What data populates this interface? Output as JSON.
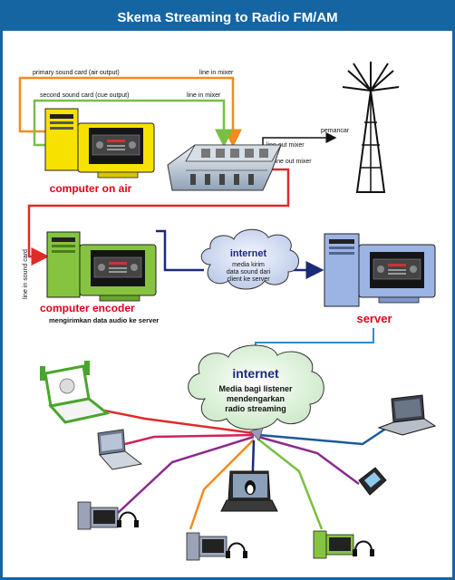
{
  "title": "Skema Streaming to Radio FM/AM",
  "colors": {
    "title_bg": "#1565a3",
    "frame": "#1565a3",
    "orange": "#f28c1e",
    "green": "#77c043",
    "red": "#e02a2a",
    "navy": "#1c2a7a",
    "blue": "#2a8fd0",
    "purple": "#8b2a8e",
    "label_red": "#e4001b"
  },
  "labels": {
    "primary_sound_card": "primary sound card (air output)",
    "second_sound_card": "second sound card (cue output)",
    "line_in_mixer_1": "line in mixer",
    "line_in_mixer_2": "line in mixer",
    "line_out_mixer_1": "line out mixer",
    "line_out_mixer_2": "line out mixer",
    "pemancar": "pemancar",
    "computer_on_air": "computer on air",
    "line_in_sound_card": "line in sound card",
    "computer_encoder": "computer encoder",
    "computer_encoder_sub": "mengirimkan data audio ke server",
    "server": "server"
  },
  "cloud1": {
    "title": "internet",
    "lines": [
      "media kirim",
      "data sound dari",
      "client ke server"
    ]
  },
  "cloud2": {
    "title": "internet",
    "lines": [
      "Media bagi listener",
      "mendengarkan",
      "radio streaming"
    ]
  }
}
